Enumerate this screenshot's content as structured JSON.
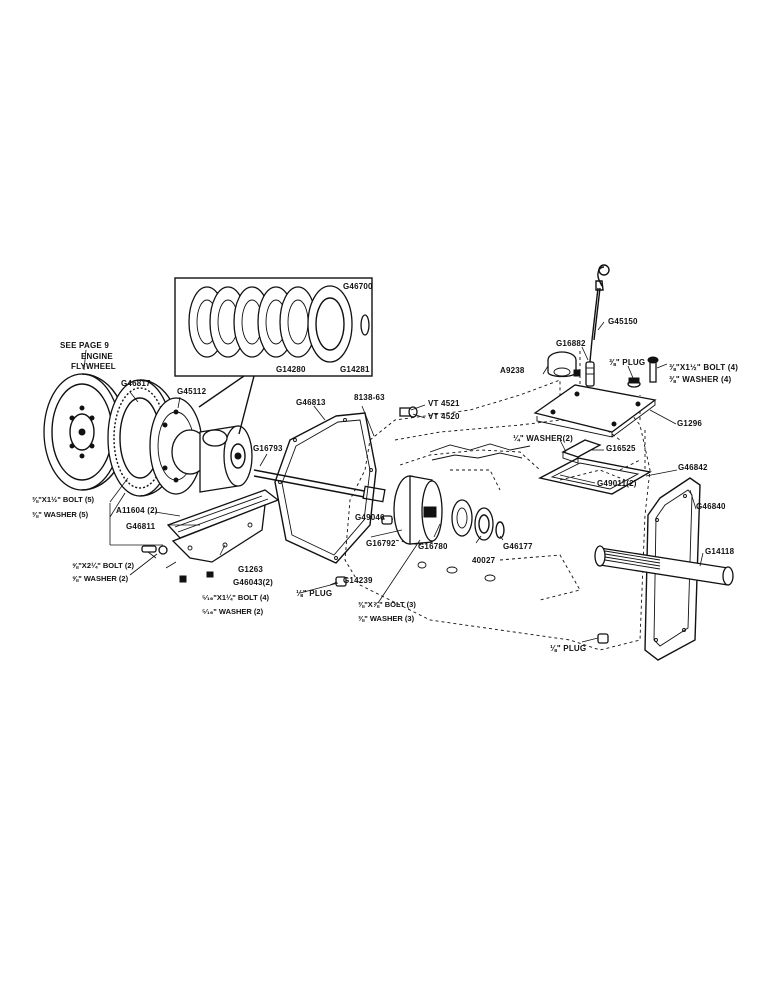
{
  "labels": {
    "see_page": "SEE PAGE 9",
    "engine": "ENGINE",
    "flywheel": "FLYWHEEL",
    "g46817": "G46817",
    "g45112": "G45112",
    "g46700": "G46700",
    "g14280": "G14280",
    "g14281": "G14281",
    "g46813": "G46813",
    "b138_63": "8138-63",
    "vt4521": "VT 4521",
    "vt4520": "VT 4520",
    "g45150": "G45150",
    "g16882": "G16882",
    "a9238": "A9238",
    "plug_1": "⅜\" PLUG",
    "bolt_4_top": "⅜\"X1½\" BOLT (4)",
    "washer_4_top": "⅜\" WASHER (4)",
    "g1296": "G1296",
    "washer_2_mid": "¼\" WASHER(2)",
    "g16525": "G16525",
    "g46842": "G46842",
    "g49011": "G49011(2)",
    "g46840": "G46840",
    "g16793": "G16793",
    "bolt_5": "⅜\"X1½\" BOLT (5)",
    "washer_5": "⅜\" WASHER (5)",
    "a11604": "A11604 (2)",
    "g49046": "G49046",
    "g16792": "G16792",
    "g16780": "G16780",
    "g46177": "G46177",
    "g40027": "40027",
    "g14118": "G14118",
    "g46811": "G46811",
    "bolt_2_left": "⅝\"X2¼\" BOLT (2)",
    "washer_2_left": "⅝\" WASHER (2)",
    "g1263": "G1263",
    "g46043": "G46043(2)",
    "plug_2": "⅛\" PLUG",
    "g14239": "G14239",
    "bolt_4_bottom": "⁵⁄₁₆\"X1¼\" BOLT (4)",
    "washer_2_bottom": "⁵⁄₁₆\" WASHER (2)",
    "bolt_3": "⅜\"X⅞\" BOLT (3)",
    "washer_3": "⅜\" WASHER (3)",
    "plug_3": "⅛\" PLUG"
  }
}
